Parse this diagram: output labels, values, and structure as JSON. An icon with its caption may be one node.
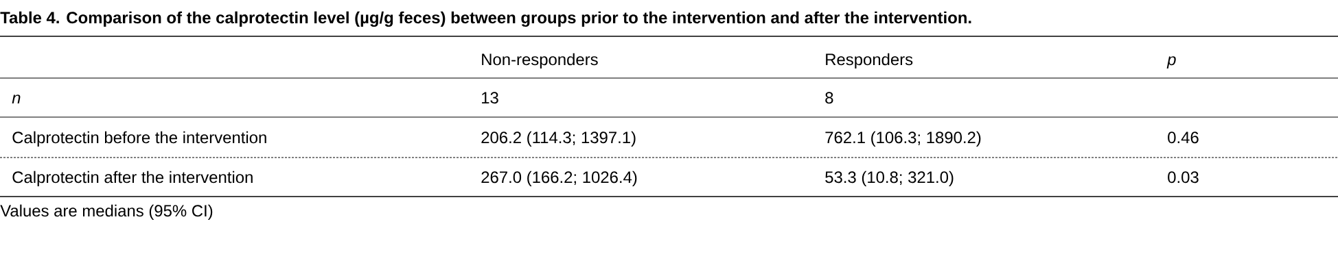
{
  "diagram": {
    "title": "Table 4. Comparison of the calprotectin level (µg/g feces) between groups prior to the intervention and after the intervention.",
    "caption": "Values are medians (95% CI)",
    "labels": [
      "Non-responders",
      "Responders",
      "p",
      "n",
      "13",
      "8",
      "Calprotectin before the intervention",
      "206.2 (114.3; 1397.1)",
      "762.1 (106.3; 1890.2)",
      "0.46",
      "Calprotectin after the intervention",
      "267.0 (166.2; 1026.4)",
      "53.3 (10.8; 321.0)",
      "0.03"
    ]
  }
}
